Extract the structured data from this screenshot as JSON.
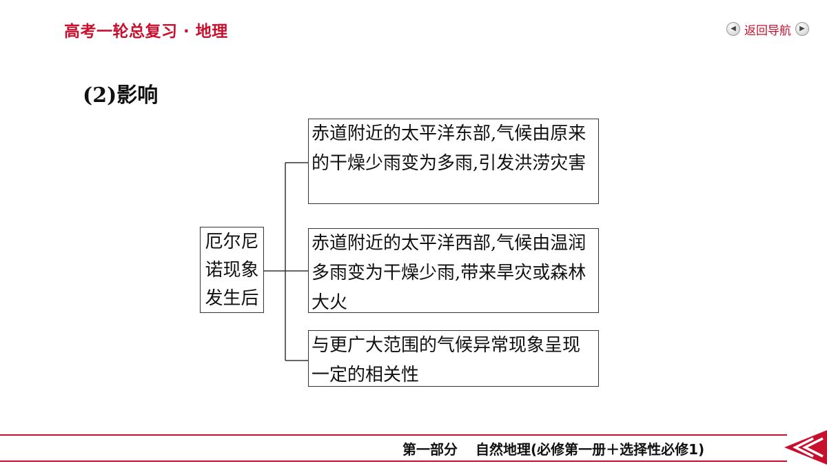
{
  "header": {
    "title": "高考一轮总复习 · 地理",
    "nav_label": "返回导航"
  },
  "section": {
    "heading": "(2)影响"
  },
  "diagram": {
    "root": [
      "厄尔尼",
      "诺现象",
      "发生后"
    ],
    "branches": [
      "赤道附近的太平洋东部,气候由原来的干燥少雨变为多雨,引发洪涝灾害",
      "赤道附近的太平洋西部,气候由温润多雨变为干燥少雨,带来旱灾或森林大火",
      "与更广大范围的气候异常现象呈现一定的相关性"
    ]
  },
  "footer": {
    "part": "第一部分",
    "chapter": "自然地理(必修第一册＋选择性必修1)"
  },
  "colors": {
    "accent": "#c8102e",
    "text": "#111111",
    "border": "#333333"
  },
  "icons": {
    "nav_prev": "left-arrow-icon",
    "nav_next": "right-arrow-icon",
    "back": "double-chevron-left-icon"
  }
}
